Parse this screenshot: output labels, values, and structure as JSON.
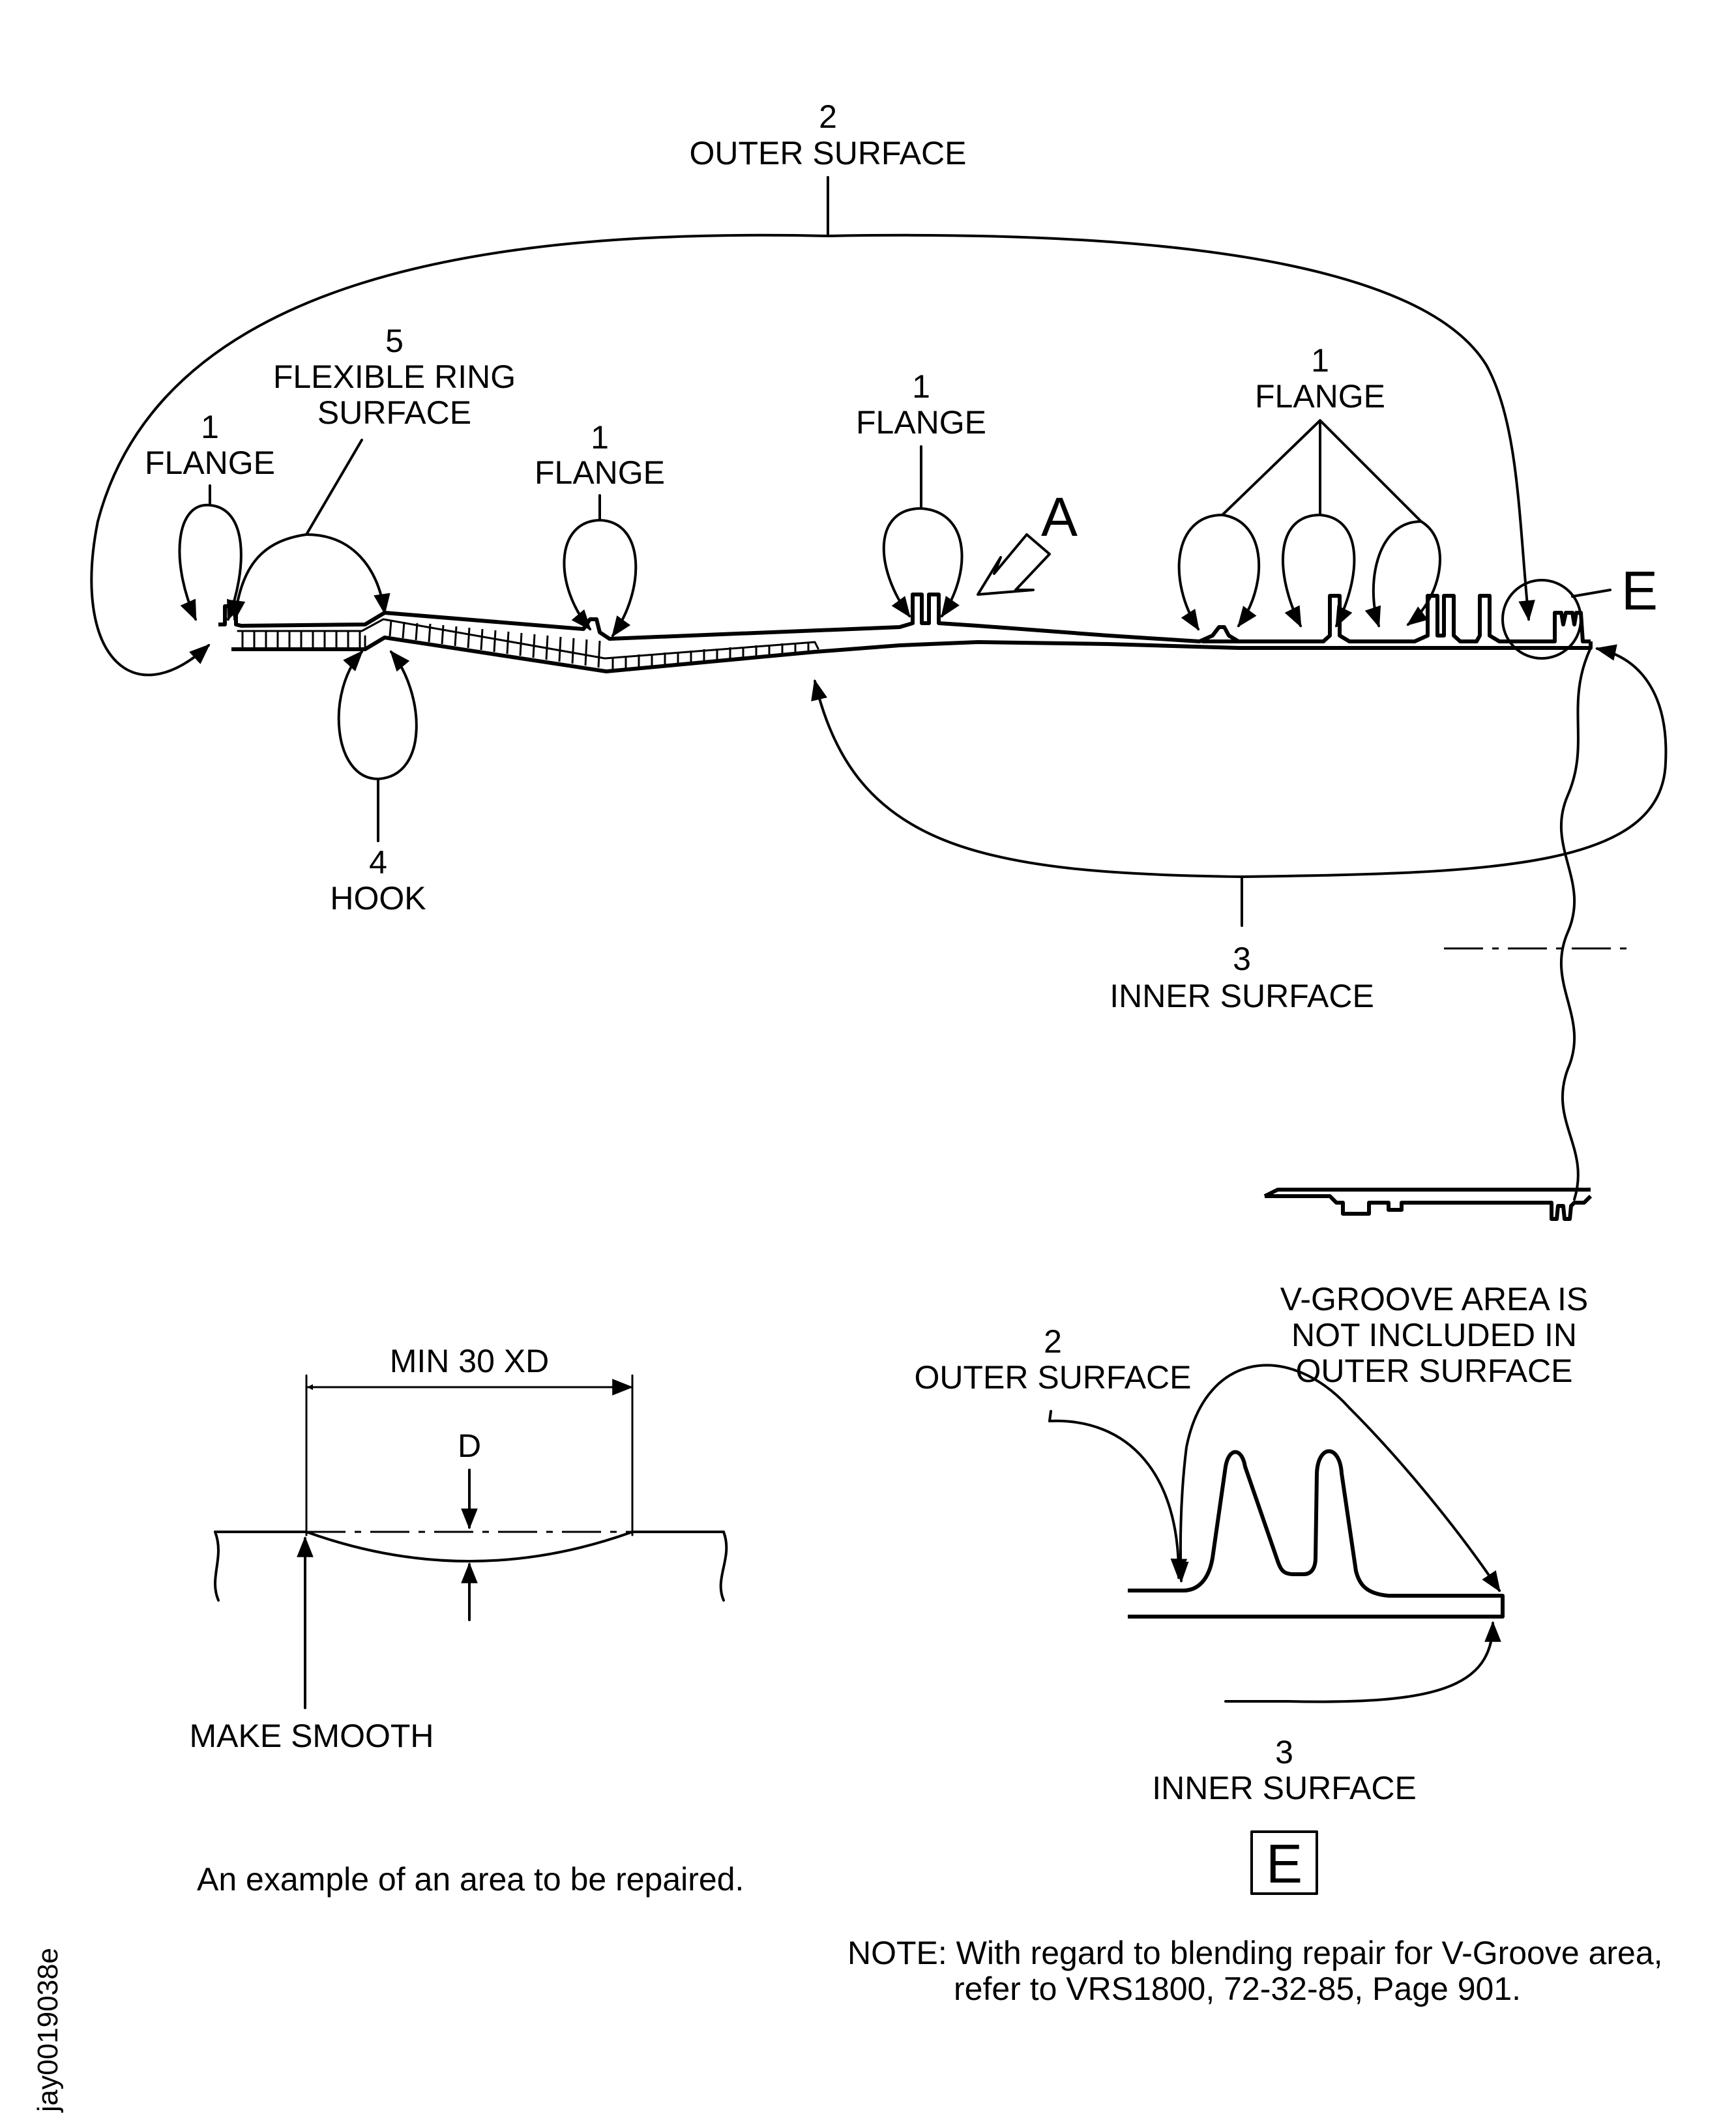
{
  "main_view": {
    "outer_surface": {
      "number": "2",
      "label": "OUTER SURFACE"
    },
    "flexible_ring": {
      "number": "5",
      "label_line1": "FLEXIBLE RING",
      "label_line2": "SURFACE"
    },
    "flange_left": {
      "number": "1",
      "label": "FLANGE"
    },
    "flange_mid": {
      "number": "1",
      "label": "FLANGE"
    },
    "flange_center": {
      "number": "1",
      "label": "FLANGE"
    },
    "flange_right": {
      "number": "1",
      "label": "FLANGE"
    },
    "view_arrow_label": "A",
    "detail_circle_label": "E",
    "hook": {
      "number": "4",
      "label": "HOOK"
    },
    "inner_surface": {
      "number": "3",
      "label": "INNER SURFACE"
    }
  },
  "repair_example": {
    "dimension_label": "MIN 30 XD",
    "depth_label": "D",
    "smooth_label": "MAKE SMOOTH",
    "caption": "An example of an area to be repaired."
  },
  "detail_e": {
    "outer_surface": {
      "number": "2",
      "label": "OUTER SURFACE"
    },
    "vgroove_note_line1": "V-GROOVE AREA IS",
    "vgroove_note_line2": "NOT INCLUDED IN",
    "vgroove_note_line3": "OUTER SURFACE",
    "inner_surface": {
      "number": "3",
      "label": "INNER SURFACE"
    },
    "detail_tag": "E"
  },
  "note": {
    "line1": "NOTE: With regard to blending repair for V-Groove area,",
    "line2": "refer to VRS1800, 72-32-85, Page 901."
  },
  "figure_id": "jay0019038e"
}
